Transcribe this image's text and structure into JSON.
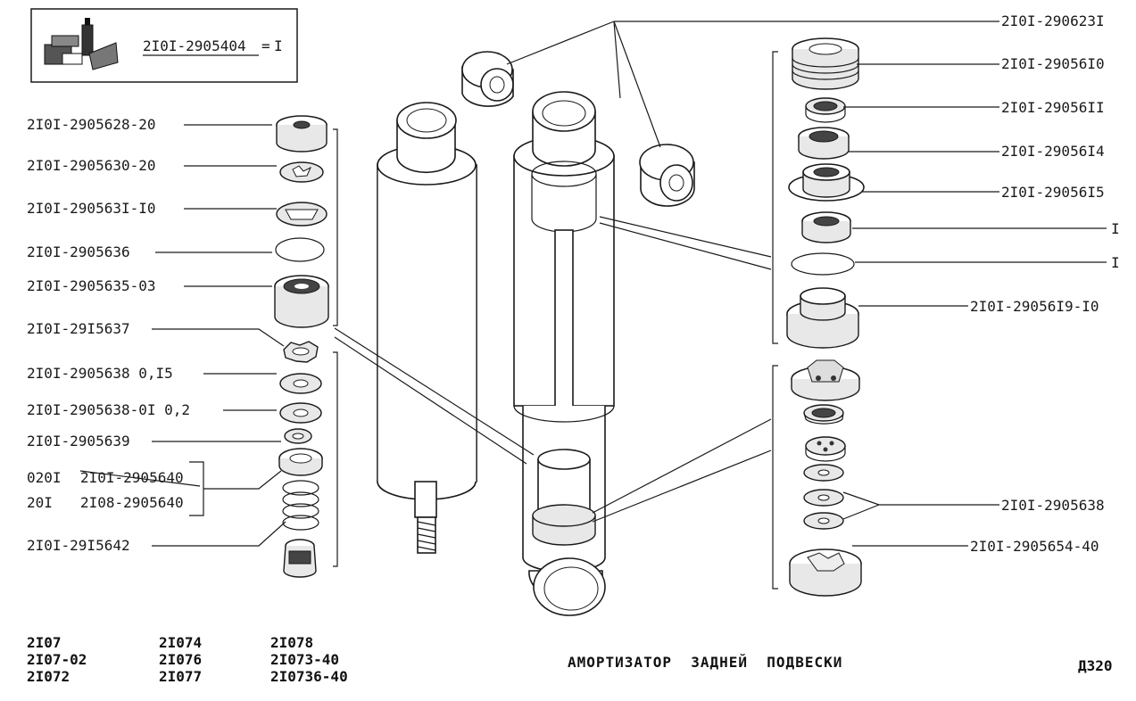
{
  "kit": {
    "code": "2I0I-2905404",
    "sep": "=",
    "suffix": "I"
  },
  "left_labels": [
    "2I0I-2905628-20",
    "2I0I-2905630-20",
    "2I0I-290563I-I0",
    "2I0I-2905636",
    "2I0I-2905635-03",
    "2I0I-29I5637",
    "2I0I-2905638 0,I5",
    "2I0I-2905638-0I 0,2",
    "2I0I-2905639",
    "2I0I-29I5642"
  ],
  "variant": {
    "row1_prefix": "020I",
    "row1_code": "2I0I-2905640",
    "row2_prefix": "20I",
    "row2_code": "2I08-2905640"
  },
  "right_labels": [
    "2I0I-290623I",
    "2I0I-29056I0",
    "2I0I-29056II",
    "2I0I-29056I4",
    "2I0I-29056I5",
    "I",
    "I",
    "2I0I-29056I9-I0",
    "2I0I-2905638",
    "2I0I-2905654-40"
  ],
  "models": {
    "col1": [
      "2I07",
      "2I07-02",
      "2I072"
    ],
    "col2": [
      "2I074",
      "2I076",
      "2I077"
    ],
    "col3": [
      "2I078",
      "2I073-40",
      "2I0736-40"
    ]
  },
  "title": "АМОРТИЗАТОР  ЗАДНЕЙ  ПОДВЕСКИ",
  "page_code": "Д320"
}
